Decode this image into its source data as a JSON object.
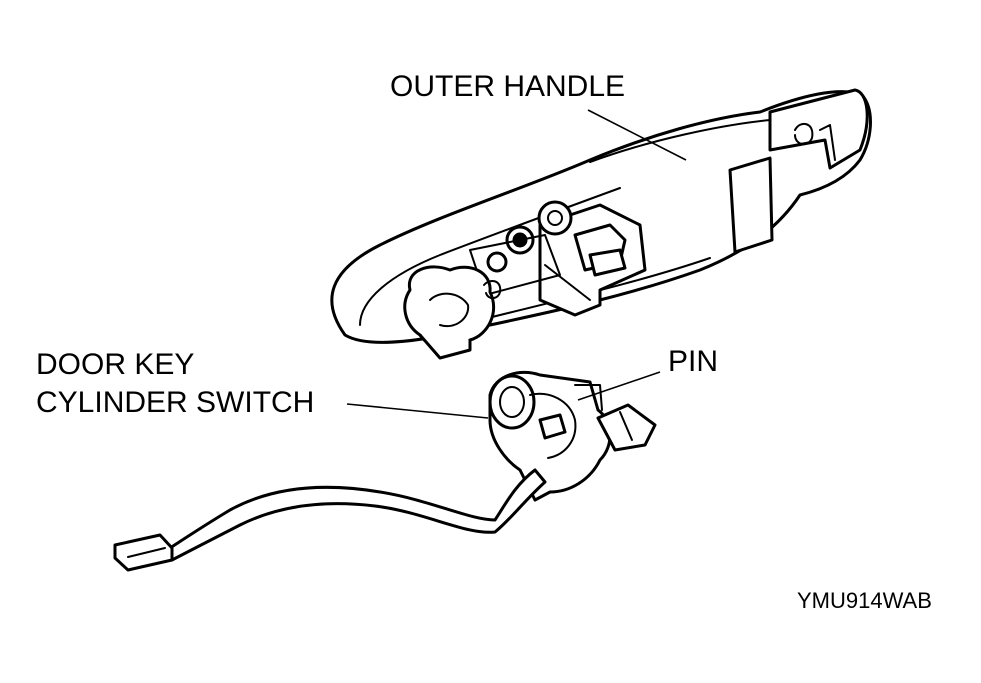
{
  "labels": {
    "outer_handle": "OUTER HANDLE",
    "door_key_line1": "DOOR KEY",
    "door_key_line2": "CYLINDER SWITCH",
    "pin": "PIN",
    "figure_code": "YMU914WAB"
  },
  "colors": {
    "ink": "#000000",
    "paper": "#ffffff"
  }
}
